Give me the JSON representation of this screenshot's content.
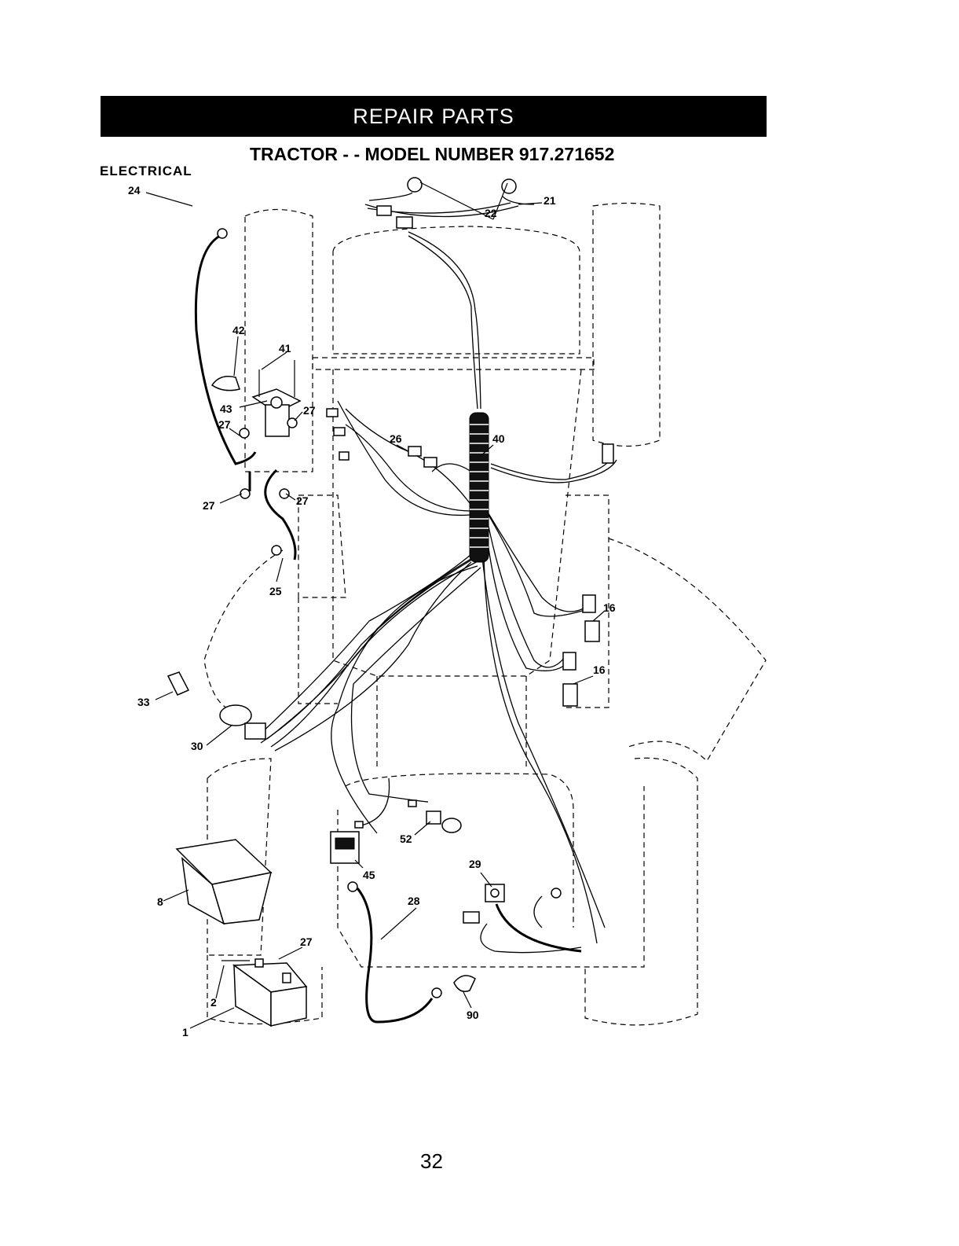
{
  "header": {
    "banner": "REPAIR PARTS",
    "model_title": "TRACTOR - - MODEL NUMBER 917.271652",
    "section": "ELECTRICAL"
  },
  "diagram": {
    "callouts": [
      {
        "id": "22",
        "label": "22"
      },
      {
        "id": "21",
        "label": "21"
      },
      {
        "id": "24",
        "label": "24"
      },
      {
        "id": "42",
        "label": "42"
      },
      {
        "id": "41",
        "label": "41"
      },
      {
        "id": "43",
        "label": "43"
      },
      {
        "id": "27a",
        "label": "27"
      },
      {
        "id": "27b",
        "label": "27"
      },
      {
        "id": "27c",
        "label": "27"
      },
      {
        "id": "27d",
        "label": "27"
      },
      {
        "id": "27e",
        "label": "27"
      },
      {
        "id": "26",
        "label": "26"
      },
      {
        "id": "40",
        "label": "40"
      },
      {
        "id": "25",
        "label": "25"
      },
      {
        "id": "16a",
        "label": "16"
      },
      {
        "id": "16b",
        "label": "16"
      },
      {
        "id": "33",
        "label": "33"
      },
      {
        "id": "30",
        "label": "30"
      },
      {
        "id": "52",
        "label": "52"
      },
      {
        "id": "45",
        "label": "45"
      },
      {
        "id": "29",
        "label": "29"
      },
      {
        "id": "28",
        "label": "28"
      },
      {
        "id": "8",
        "label": "8"
      },
      {
        "id": "2",
        "label": "2"
      },
      {
        "id": "1",
        "label": "1"
      },
      {
        "id": "90",
        "label": "90"
      }
    ]
  },
  "footer": {
    "page_number": "32"
  }
}
